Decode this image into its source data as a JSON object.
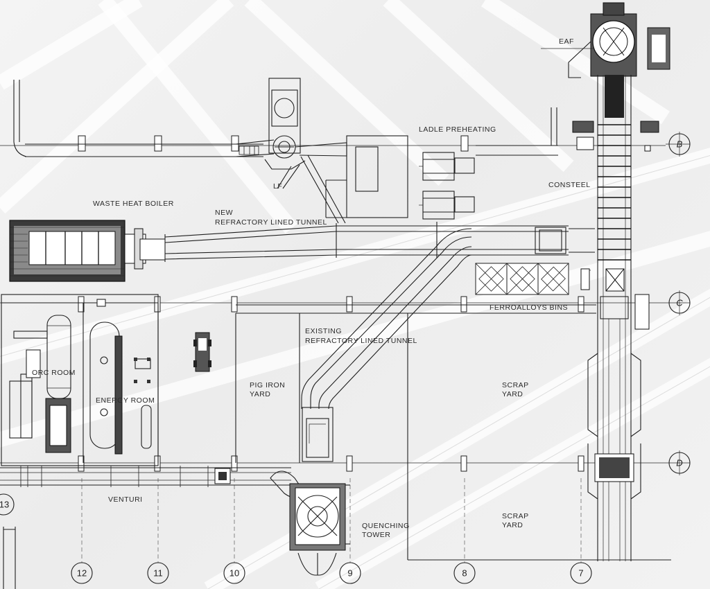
{
  "labels": {
    "eaf": "EAF",
    "ladle_preheating": "LADLE PREHEATING",
    "lf": "LF",
    "consteel": "CONSTEEL",
    "waste_heat_boiler": "WASTE HEAT BOILER",
    "new_tunnel_line1": "NEW",
    "new_tunnel_line2": "REFRACTORY LINED TUNNEL",
    "ferroalloys_bins": "FERROALLOYS BINS",
    "existing_tunnel_line1": "EXISTING",
    "existing_tunnel_line2": "REFRACTORY LINED TUNNEL",
    "orc_room": "ORC ROOM",
    "energy_room": "ENERGY ROOM",
    "pig_iron_line1": "PIG IRON",
    "pig_iron_line2": "YARD",
    "scrap_yard_1_line1": "SCRAP",
    "scrap_yard_1_line2": "YARD",
    "scrap_yard_2_line1": "SCRAP",
    "scrap_yard_2_line2": "YARD",
    "venturi": "VENTURI",
    "quenching_line1": "QUENCHING",
    "quenching_line2": "TOWER"
  },
  "grid": {
    "columns": [
      "13",
      "12",
      "11",
      "10",
      "9",
      "8",
      "7"
    ],
    "rows": [
      "B",
      "C",
      "D"
    ]
  }
}
